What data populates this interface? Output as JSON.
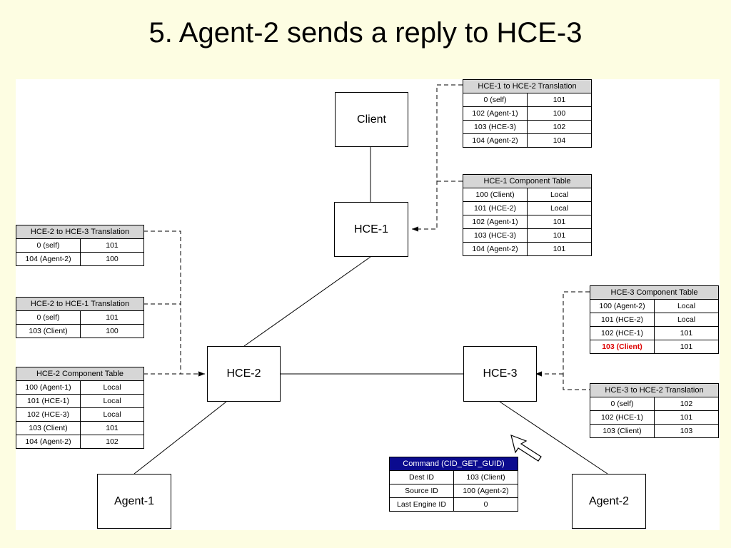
{
  "title": "5. Agent-2 sends a reply to HCE-3",
  "nodes": {
    "client": "Client",
    "hce1": "HCE-1",
    "hce2": "HCE-2",
    "hce3": "HCE-3",
    "agent1": "Agent-1",
    "agent2": "Agent-2"
  },
  "tables": {
    "hce1_to_hce2": {
      "title": "HCE-1 to HCE-2 Translation",
      "rows": [
        [
          "0 (self)",
          "101"
        ],
        [
          "102 (Agent-1)",
          "100"
        ],
        [
          "103 (HCE-3)",
          "102"
        ],
        [
          "104 (Agent-2)",
          "104"
        ]
      ]
    },
    "hce1_component": {
      "title": "HCE-1 Component Table",
      "rows": [
        [
          "100 (Client)",
          "Local"
        ],
        [
          "101 (HCE-2)",
          "Local"
        ],
        [
          "102 (Agent-1)",
          "101"
        ],
        [
          "103 (HCE-3)",
          "101"
        ],
        [
          "104 (Agent-2)",
          "101"
        ]
      ]
    },
    "hce2_to_hce3": {
      "title": "HCE-2 to HCE-3 Translation",
      "rows": [
        [
          "0 (self)",
          "101"
        ],
        [
          "104 (Agent-2)",
          "100"
        ]
      ]
    },
    "hce2_to_hce1": {
      "title": "HCE-2 to HCE-1 Translation",
      "rows": [
        [
          "0 (self)",
          "101"
        ],
        [
          "103 (Client)",
          "100"
        ]
      ]
    },
    "hce2_component": {
      "title": "HCE-2 Component Table",
      "rows": [
        [
          "100 (Agent-1)",
          "Local"
        ],
        [
          "101 (HCE-1)",
          "Local"
        ],
        [
          "102 (HCE-3)",
          "Local"
        ],
        [
          "103 (Client)",
          "101"
        ],
        [
          "104 (Agent-2)",
          "102"
        ]
      ]
    },
    "hce3_component": {
      "title": "HCE-3 Component Table",
      "rows": [
        [
          "100 (Agent-2)",
          "Local"
        ],
        [
          "101 (HCE-2)",
          "Local"
        ],
        [
          "102 (HCE-1)",
          "101"
        ],
        [
          "103 (Client)",
          "101"
        ]
      ]
    },
    "hce3_to_hce2": {
      "title": "HCE-3 to HCE-2 Translation",
      "rows": [
        [
          "0 (self)",
          "102"
        ],
        [
          "102 (HCE-1)",
          "101"
        ],
        [
          "103 (Client)",
          "103"
        ]
      ]
    },
    "command": {
      "title": "Command (CID_GET_GUID)",
      "rows": [
        [
          "Dest ID",
          "103 (Client)"
        ],
        [
          "Source ID",
          "100 (Agent-2)"
        ],
        [
          "Last Engine ID",
          "0"
        ]
      ]
    }
  },
  "highlight_color": "#dd0000",
  "command_header_color": "#0b0b8f",
  "highlighted_row": "hce3_component row 4"
}
